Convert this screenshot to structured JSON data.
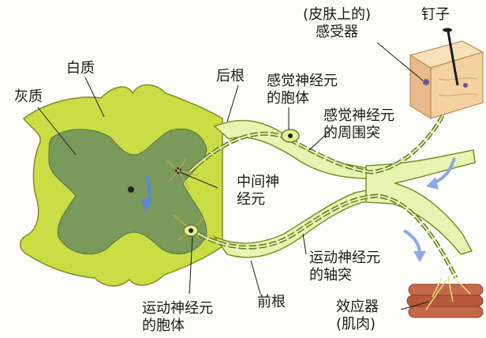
{
  "labels": {
    "grey_matter": "灰质",
    "white_matter": "白质",
    "dorsal_root": "后根",
    "sensory_cell_body": [
      "感觉神经元",
      "的胞体"
    ],
    "receptor": [
      "(皮肤上的)",
      "感受器"
    ],
    "nail": "钉子",
    "sensory_process": [
      "感觉神经元",
      "的周围突"
    ],
    "interneuron": [
      "中间神",
      "经元"
    ],
    "motor_axon": [
      "运动神经元",
      "的轴突"
    ],
    "motor_cell_body": [
      "运动神经元",
      "的胞体"
    ],
    "ventral_root": "前根",
    "effector": [
      "效应器",
      "(肌肉)"
    ]
  },
  "colors": {
    "white_matter": "#c9de45",
    "grey_matter": "#7a9a5b",
    "nerve": "#e9f4b2",
    "skin": "#f3d2a0",
    "muscle": "#c4684a",
    "arrow": "#5b86d8"
  }
}
